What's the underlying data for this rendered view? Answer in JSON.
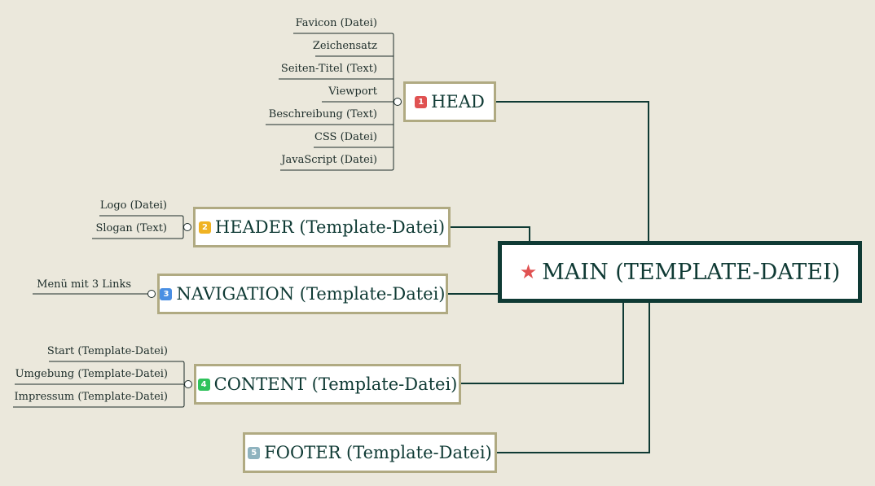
{
  "main": {
    "label": "MAIN (TEMPLATE-DATEI)"
  },
  "branches": [
    {
      "badge": "1",
      "badge_color": "#e05252",
      "label": "HEAD",
      "children": [
        "Favicon (Datei)",
        "Zeichensatz",
        "Seiten-Titel (Text)",
        "Viewport",
        "Beschreibung (Text)",
        "CSS (Datei)",
        "JavaScript (Datei)"
      ]
    },
    {
      "badge": "2",
      "badge_color": "#f0b323",
      "label": "HEADER (Template-Datei)",
      "children": [
        "Logo (Datei)",
        "Slogan (Text)"
      ]
    },
    {
      "badge": "3",
      "badge_color": "#4a8fe3",
      "label": "NAVIGATION (Template-Datei)",
      "children": [
        "Menü mit 3 Links"
      ]
    },
    {
      "badge": "4",
      "badge_color": "#2fc25b",
      "label": "CONTENT (Template-Datei)",
      "children": [
        "Start (Template-Datei)",
        "Umgebung (Template-Datei)",
        "Impressum (Template-Datei)"
      ]
    },
    {
      "badge": "5",
      "badge_color": "#8fb3bf",
      "label": "FOOTER (Template-Datei)",
      "children": []
    }
  ]
}
